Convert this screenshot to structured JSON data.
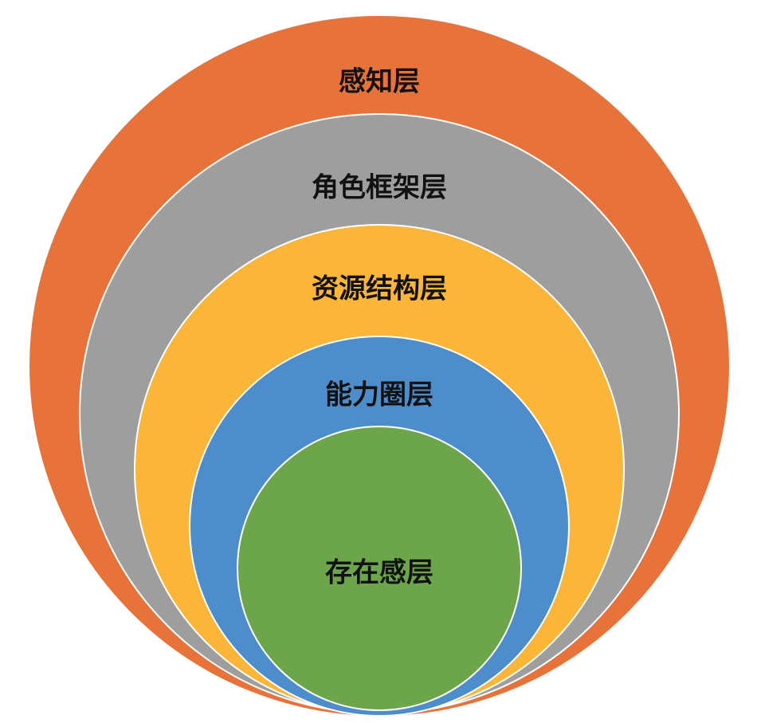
{
  "diagram": {
    "layers": [
      {
        "label": "感知层",
        "color": "#E8733A"
      },
      {
        "label": "角色框架层",
        "color": "#9E9E9E"
      },
      {
        "label": "资源结构层",
        "color": "#FBB63A"
      },
      {
        "label": "能力圈层",
        "color": "#4E8DCB"
      },
      {
        "label": "存在感层",
        "color": "#6DA64A"
      }
    ]
  }
}
